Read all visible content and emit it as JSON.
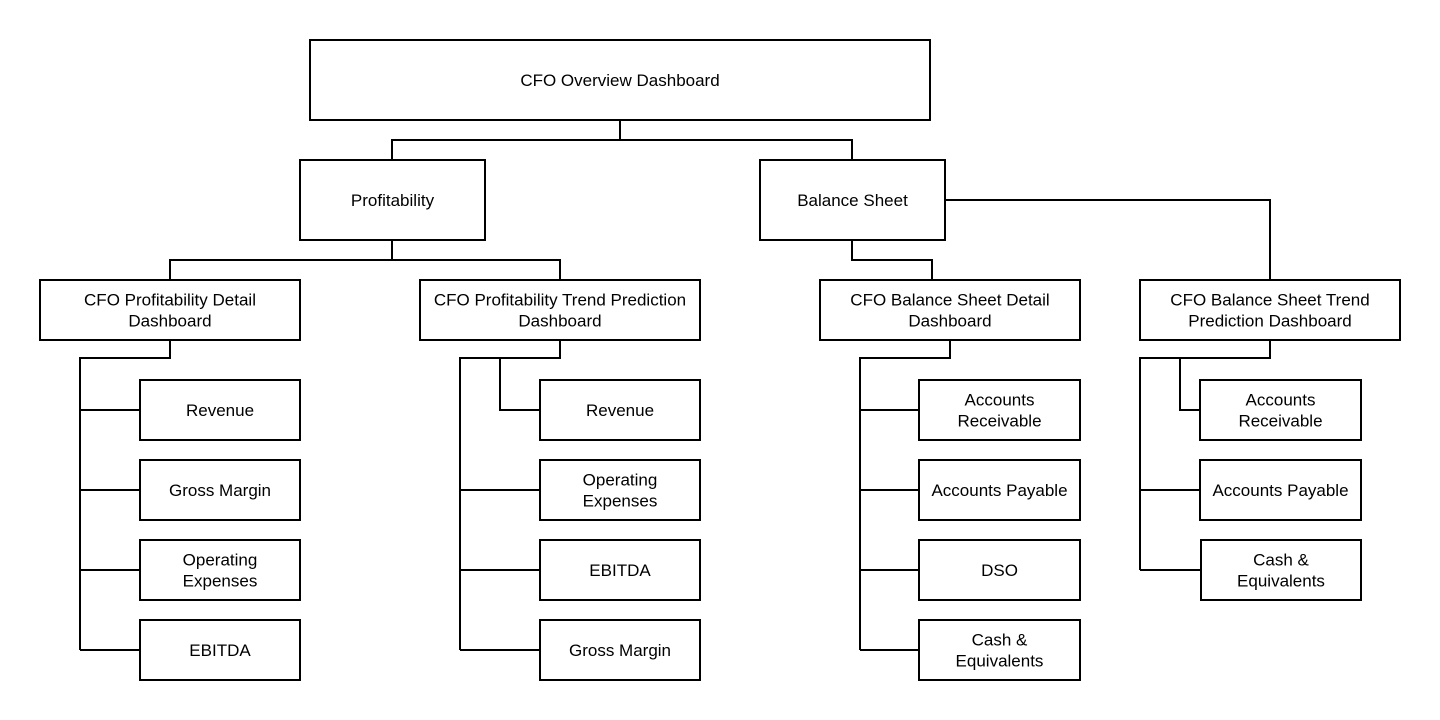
{
  "colors": {
    "background": "#ffffff",
    "stroke": "#000000",
    "text": "#000000"
  },
  "nodes": {
    "root": [
      "CFO Overview Dashboard"
    ],
    "profitability": [
      "Profitability"
    ],
    "balance_sheet": [
      "Balance Sheet"
    ],
    "prof_detail": [
      "CFO Profitability Detail",
      "Dashboard"
    ],
    "prof_trend": [
      "CFO Profitability Trend Prediction",
      "Dashboard"
    ],
    "bs_detail": [
      "CFO Balance Sheet Detail",
      "Dashboard"
    ],
    "bs_trend": [
      "CFO Balance Sheet Trend",
      "Prediction Dashboard"
    ],
    "pd_revenue": [
      "Revenue"
    ],
    "pd_gross_margin": [
      "Gross Margin"
    ],
    "pd_opex": [
      "Operating",
      "Expenses"
    ],
    "pd_ebitda": [
      "EBITDA"
    ],
    "pt_revenue": [
      "Revenue"
    ],
    "pt_opex": [
      "Operating",
      "Expenses"
    ],
    "pt_ebitda": [
      "EBITDA"
    ],
    "pt_gross_margin": [
      "Gross Margin"
    ],
    "bd_ar": [
      "Accounts",
      "Receivable"
    ],
    "bd_ap": [
      "Accounts Payable"
    ],
    "bd_dso": [
      "DSO"
    ],
    "bd_cash": [
      "Cash &",
      "Equivalents"
    ],
    "bt_ar": [
      "Accounts",
      "Receivable"
    ],
    "bt_ap": [
      "Accounts Payable"
    ],
    "bt_cash": [
      "Cash &",
      "Equivalents"
    ]
  }
}
